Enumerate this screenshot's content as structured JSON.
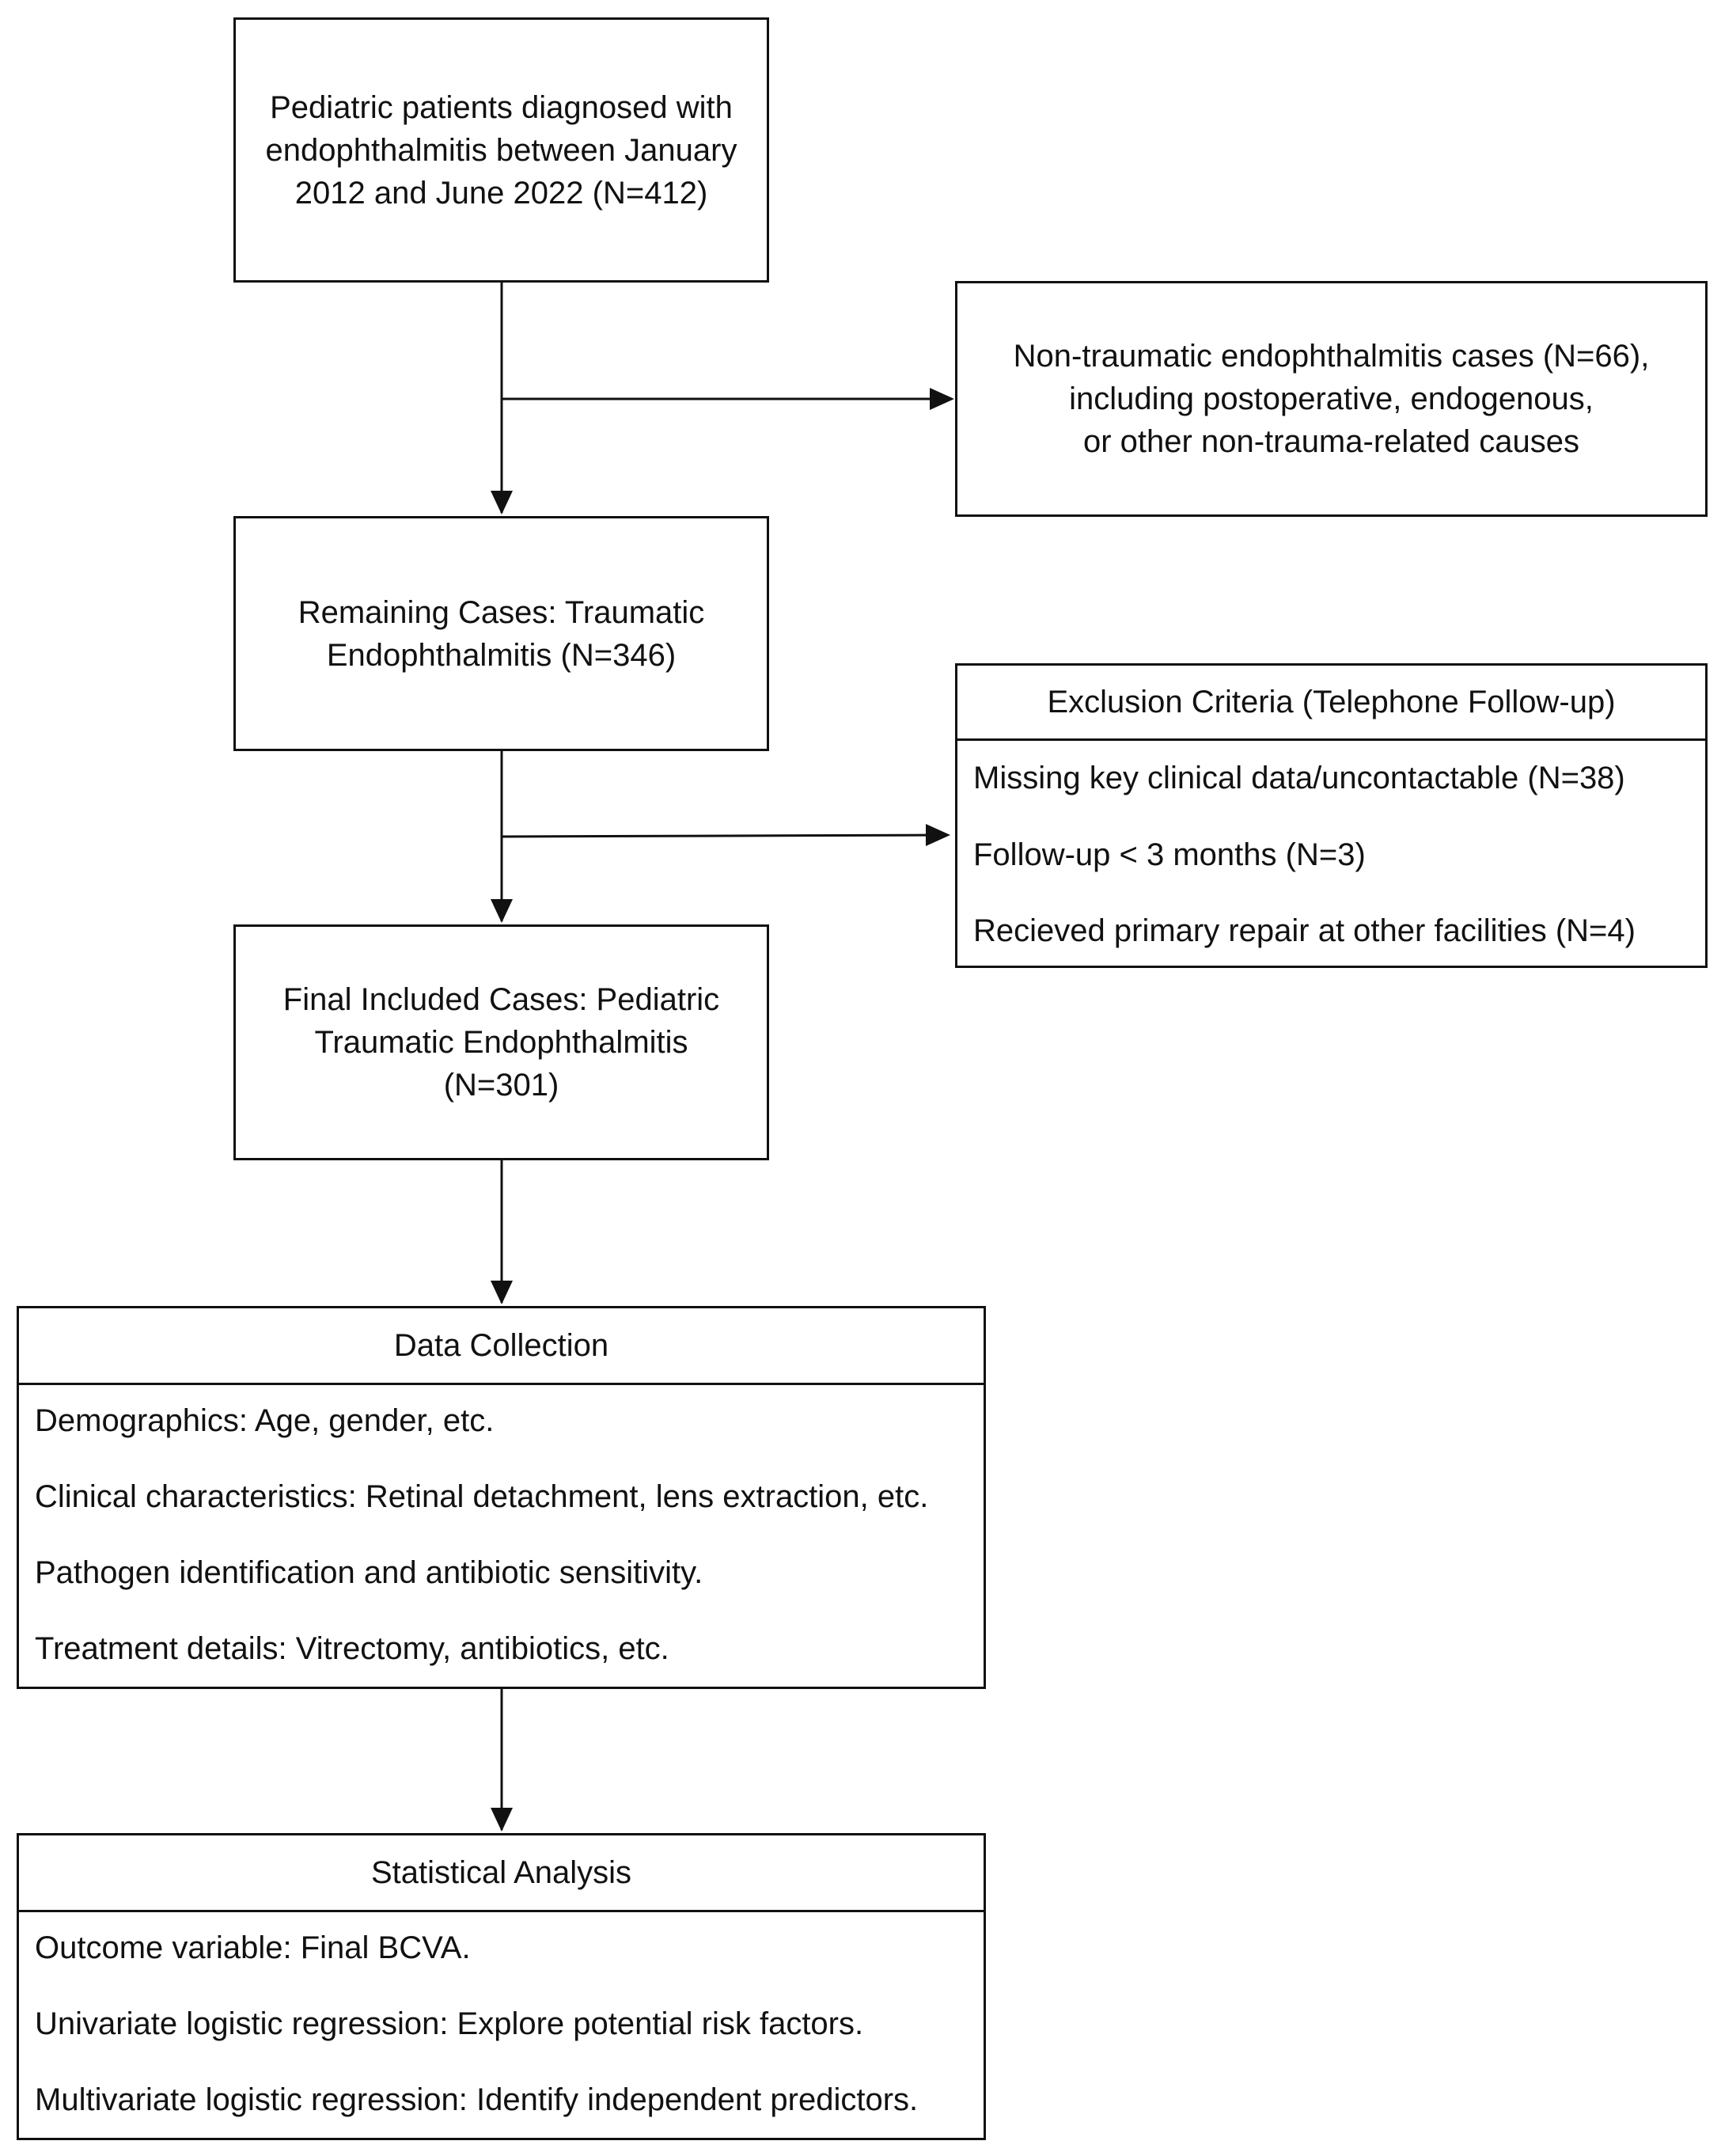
{
  "boxes": {
    "start": "Pediatric patients diagnosed with\nendophthalmitis between January\n2012 and June 2022 (N=412)",
    "non_traumatic": "Non-traumatic endophthalmitis cases (N=66),\nincluding postoperative, endogenous,\nor other non-trauma-related causes",
    "remaining": "Remaining Cases: Traumatic\nEndophthalmitis (N=346)",
    "final": "Final Included Cases: Pediatric\nTraumatic Endophthalmitis (N=301)"
  },
  "exclusion": {
    "title": "Exclusion Criteria (Telephone Follow-up)",
    "items": [
      "Missing key clinical data/uncontactable (N=38)",
      "Follow-up < 3 months (N=3)",
      "Recieved primary repair at other facilities (N=4)"
    ]
  },
  "data_collection": {
    "title": "Data Collection",
    "items": [
      "Demographics: Age, gender, etc.",
      "Clinical characteristics: Retinal detachment, lens extraction, etc.",
      "Pathogen identification and antibiotic sensitivity.",
      "Treatment details: Vitrectomy, antibiotics, etc."
    ]
  },
  "statistical_analysis": {
    "title": "Statistical Analysis",
    "items": [
      "Outcome variable: Final BCVA.",
      "Univariate logistic regression: Explore potential risk factors.",
      "Multivariate logistic regression: Identify independent predictors."
    ]
  },
  "colors": {
    "stroke": "#111111",
    "background": "#ffffff"
  }
}
